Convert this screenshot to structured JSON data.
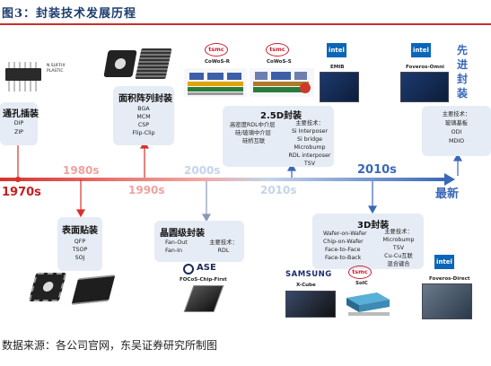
{
  "header": {
    "title": "图3：封装技术发展历程"
  },
  "timeline": {
    "eras": [
      {
        "label": "1970s",
        "style": "red"
      },
      {
        "label": "1980s",
        "style": "pink"
      },
      {
        "label": "1990s",
        "style": "pink"
      },
      {
        "label": "2000s",
        "style": "faint"
      },
      {
        "label": "2010s",
        "style": "faint"
      },
      {
        "label": "2010s",
        "style": "blue"
      },
      {
        "label": "最新",
        "style": "blue"
      }
    ]
  },
  "stages": {
    "through_hole": {
      "title": "通孔插装",
      "items": [
        "DIP",
        "ZIP"
      ],
      "image_caption": "N SUFFIX\nPLASTIC"
    },
    "surface_mount": {
      "title": "表面贴装",
      "items": [
        "QFP",
        "TSOP",
        "SOJ"
      ]
    },
    "area_array": {
      "title": "面积阵列封装",
      "items": [
        "BGA",
        "MCM",
        "CSP",
        "Flip-Clip"
      ]
    },
    "wafer_level": {
      "title": "晶圆级封装",
      "left_items": [
        "Fan-Out",
        "Fan-In"
      ],
      "right_heading": "主要技术：",
      "right_items": [
        "RDL"
      ],
      "logo": "ASE",
      "caption": "FOCoS-Chip-First"
    },
    "d25": {
      "title": "2.5D封装",
      "left_items": [
        "高密度RDL中介层",
        "硅/玻璃中介层",
        "硅桥互联"
      ],
      "right_heading": "主要技术：",
      "right_items": [
        "Si Interposer",
        "Si bridge",
        "Microbump",
        "RDL interposer",
        "TSV"
      ]
    },
    "d3": {
      "title": "3D封装",
      "left_items": [
        "Wafer-on-Wafer",
        "Chip-on-Wafer",
        "Face-to-Face",
        "Face-to-Back"
      ],
      "right_heading": "主要技术：",
      "right_items": [
        "Microbump",
        "TSV",
        "Cu-Cu互联",
        "混合键合"
      ]
    },
    "advanced": {
      "title": "先进封装",
      "heading": "主要技术：",
      "items": [
        "玻璃基板",
        "ODI",
        "MDIO"
      ]
    }
  },
  "logos": {
    "cowos_r": {
      "brand": "tsmc",
      "caption": "CoWoS-R"
    },
    "cowos_s": {
      "brand": "tsmc",
      "caption": "CoWoS-S"
    },
    "emib": {
      "brand": "intel",
      "caption": "EMIB"
    },
    "foveros_omni": {
      "brand": "intel",
      "caption": "Foveros-Omni"
    },
    "xcube": {
      "brand": "SAMSUNG",
      "caption": "X-Cube"
    },
    "soic": {
      "brand": "tsmc",
      "caption": "SoIC"
    },
    "foveros_direct": {
      "brand": "intel",
      "caption": "Foveros-Direct"
    }
  },
  "footer": {
    "source": "数据来源：各公司官网，东吴证券研究所制图"
  },
  "colors": {
    "timeline_red": "#d9312b",
    "timeline_blue": "#3a68b8",
    "box_fill": "#e6ecf5",
    "header_rule": "#c9302c"
  }
}
